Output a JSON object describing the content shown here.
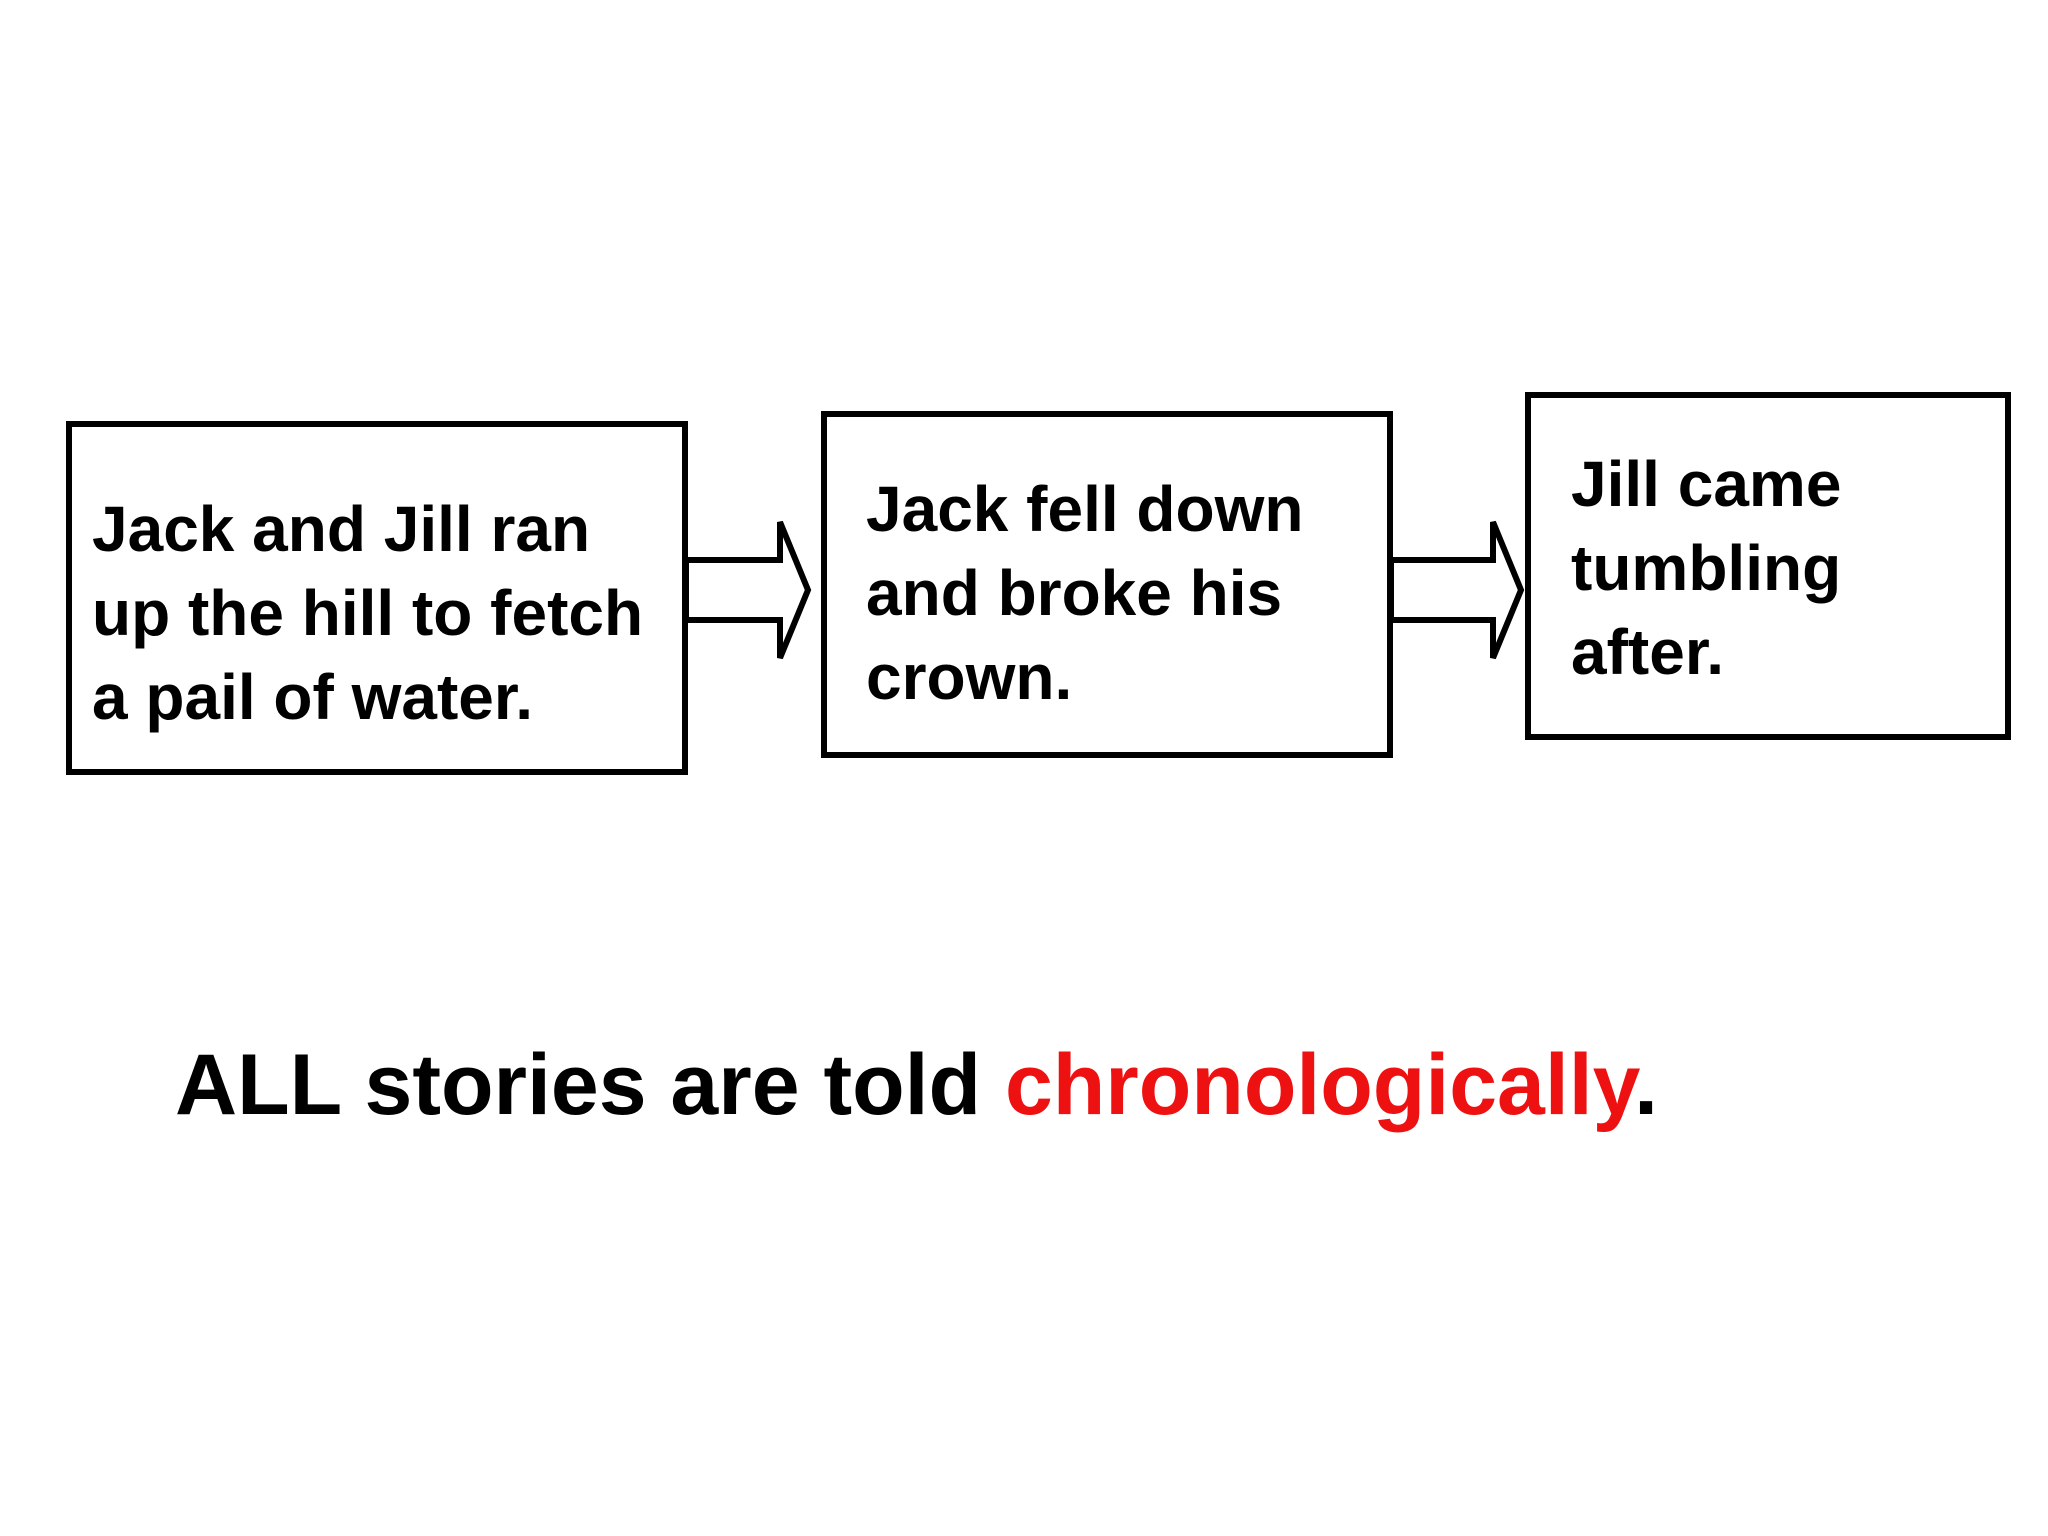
{
  "diagram": {
    "boxes": [
      {
        "lines": [
          "Jack and Jill ran",
          "up the hill to fetch",
          "a pail of water."
        ]
      },
      {
        "lines": [
          "Jack fell down",
          "and broke his",
          "crown."
        ]
      },
      {
        "lines": [
          "Jill came",
          "tumbling",
          "after."
        ]
      }
    ],
    "arrows": [
      {
        "from": 1,
        "to": 2,
        "style": "hollow-block-arrow"
      },
      {
        "from": 2,
        "to": 3,
        "style": "hollow-block-arrow"
      }
    ]
  },
  "caption": {
    "prefix": "ALL stories are told ",
    "highlight": "chronologically",
    "suffix": ".",
    "highlight_color": "#ee1111"
  },
  "colors": {
    "text": "#000000",
    "border": "#000000",
    "background": "#ffffff"
  }
}
